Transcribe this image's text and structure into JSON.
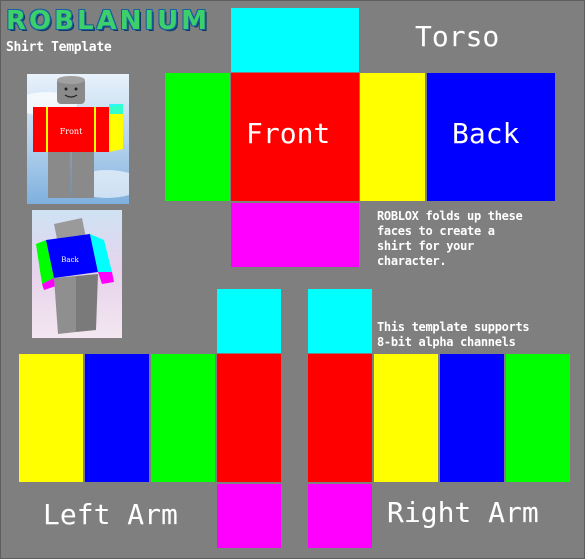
{
  "branding": {
    "logo": "ROBLANIUM",
    "subtitle": "Shirt Template"
  },
  "torso": {
    "title": "Torso",
    "front_label": "Front",
    "back_label": "Back"
  },
  "notes": {
    "fold": "ROBLOX folds up these\nfaces to create a\nshirt for your\ncharacter.",
    "alpha": "This template supports\n8-bit alpha channels"
  },
  "arms": {
    "left_label": "Left Arm",
    "right_label": "Right Arm"
  },
  "preview": {
    "front_text": "Front",
    "back_text": "Back"
  },
  "colors": {
    "background": "#7f7f7f",
    "cyan": "#00ffff",
    "red": "#ff0000",
    "green": "#00ff00",
    "yellow": "#ffff00",
    "blue": "#0000ff",
    "magenta": "#ff00ff"
  }
}
